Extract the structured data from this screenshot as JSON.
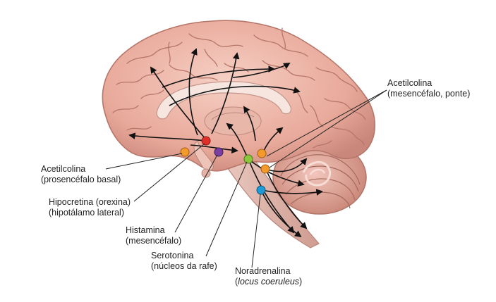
{
  "labels": {
    "ach_ponte": {
      "line1": "Acetilcolina",
      "line2": "(mesencéfalo, ponte)",
      "color": "#f39a2c"
    },
    "ach_basal": {
      "line1": "Acetilcolina",
      "line2": "(prosencéfalo basal)",
      "color": "#f39a2c"
    },
    "hipocretina": {
      "line1": "Hipocretina (orexina)",
      "line2": "(hipotálamo lateral)",
      "color": "#e0302a"
    },
    "histamina": {
      "line1": "Histamina",
      "line2": "(mesencéfalo)",
      "color": "#7a3fa0"
    },
    "serotonina": {
      "line1": "Serotonina",
      "line2": "(núcleos da rafe)",
      "color": "#8cc63f"
    },
    "noradrenalina": {
      "line1": "Noradrenalina",
      "line2_open": "(",
      "line2_italic": "locus coeruleus",
      "line2_close": ")",
      "color": "#1e9ad6"
    }
  }
}
